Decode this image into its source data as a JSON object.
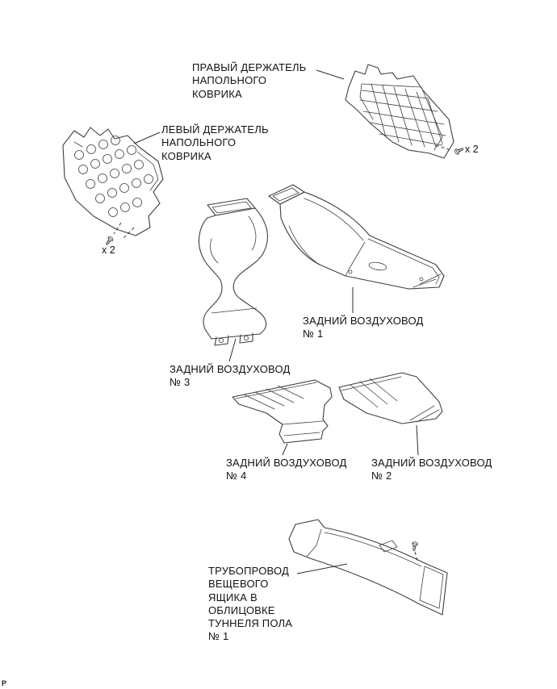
{
  "page": {
    "corner_mark": "P",
    "background_color": "#ffffff"
  },
  "diagram": {
    "colors": {
      "line": "#3f3f3f",
      "label_text": "#121212"
    },
    "labels": {
      "right_holder": "ПРАВЫЙ ДЕРЖАТЕЛЬ\nНАПОЛЬНОГО\nКОВРИКА",
      "left_holder": "ЛЕВЫЙ ДЕРЖАТЕЛЬ\nНАПОЛЬНОГО\nКОВРИКА",
      "rear_duct_1": "ЗАДНИЙ ВОЗДУХОВОД\n№ 1",
      "rear_duct_3": "ЗАДНИЙ ВОЗДУХОВОД\n№ 3",
      "rear_duct_4": "ЗАДНИЙ ВОЗДУХОВОД\n№ 4",
      "rear_duct_2": "ЗАДНИЙ ВОЗДУХОВОД\n№ 2",
      "tunnel_pipe": "ТРУБОПРОВОД\nВЕЩЕВОГО\nЯЩИКА В\nОБЛИЦОВКЕ\nТУННЕЛЯ ПОЛА\n№ 1",
      "qty_right": "x 2",
      "qty_left": "x 2"
    }
  }
}
